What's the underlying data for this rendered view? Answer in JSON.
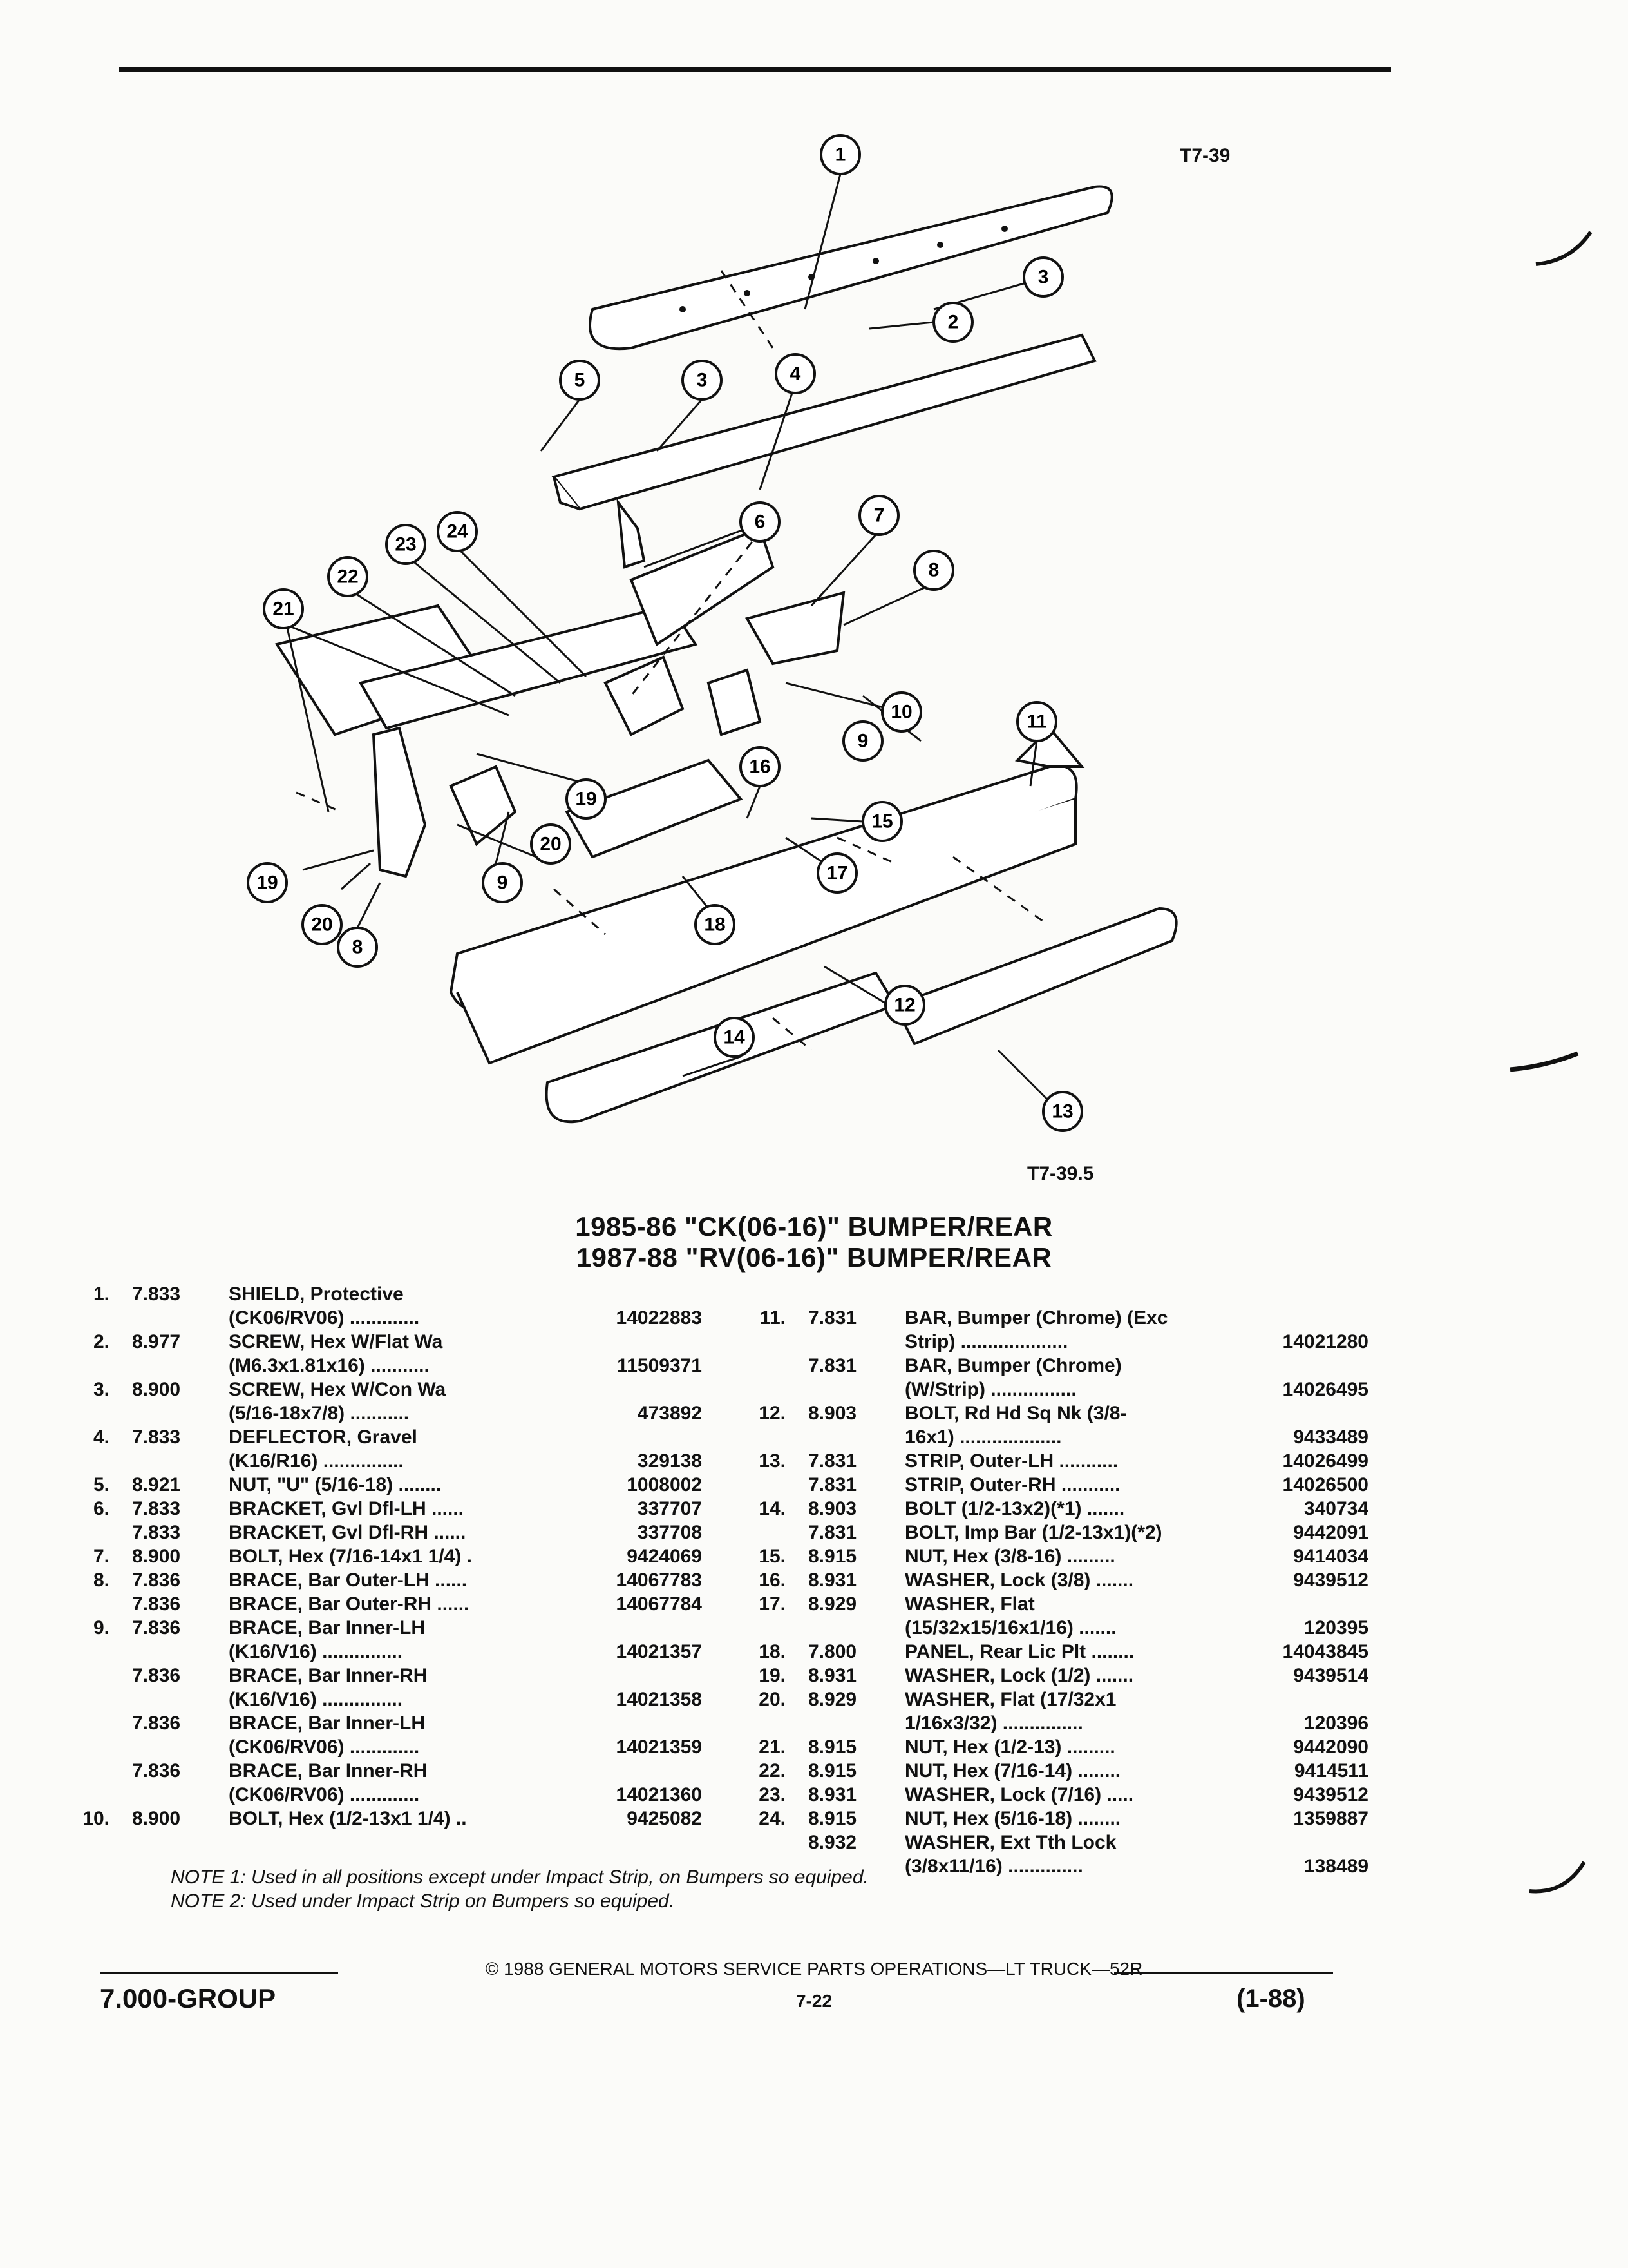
{
  "figure": {
    "top_code": "T7-39",
    "bottom_code": "T7-39.5"
  },
  "callouts": [
    "1",
    "2",
    "3",
    "3",
    "4",
    "5",
    "6",
    "7",
    "8",
    "8",
    "9",
    "9",
    "10",
    "11",
    "12",
    "13",
    "14",
    "15",
    "16",
    "17",
    "18",
    "19",
    "19",
    "20",
    "20",
    "21",
    "22",
    "23",
    "24"
  ],
  "titles": {
    "line1": "1985-86 \"CK(06-16)\" BUMPER/REAR",
    "line2": "1987-88 \"RV(06-16)\" BUMPER/REAR"
  },
  "parts_left": [
    {
      "num": "1.",
      "grp": "7.833",
      "desc": "SHIELD, Protective",
      "pn": ""
    },
    {
      "num": "",
      "grp": "",
      "desc": "(CK06/RV06) .............",
      "pn": "14022883"
    },
    {
      "num": "2.",
      "grp": "8.977",
      "desc": "SCREW, Hex W/Flat Wa",
      "pn": ""
    },
    {
      "num": "",
      "grp": "",
      "desc": "(M6.3x1.81x16) ...........",
      "pn": "11509371"
    },
    {
      "num": "3.",
      "grp": "8.900",
      "desc": "SCREW, Hex W/Con Wa",
      "pn": ""
    },
    {
      "num": "",
      "grp": "",
      "desc": "(5/16-18x7/8) ...........",
      "pn": "473892"
    },
    {
      "num": "4.",
      "grp": "7.833",
      "desc": "DEFLECTOR, Gravel",
      "pn": ""
    },
    {
      "num": "",
      "grp": "",
      "desc": "(K16/R16) ...............",
      "pn": "329138"
    },
    {
      "num": "5.",
      "grp": "8.921",
      "desc": "NUT, \"U\" (5/16-18) ........",
      "pn": "1008002"
    },
    {
      "num": "6.",
      "grp": "7.833",
      "desc": "BRACKET, Gvl Dfl-LH ......",
      "pn": "337707"
    },
    {
      "num": "",
      "grp": "7.833",
      "desc": "BRACKET, Gvl Dfl-RH ......",
      "pn": "337708"
    },
    {
      "num": "7.",
      "grp": "8.900",
      "desc": "BOLT, Hex (7/16-14x1 1/4) .",
      "pn": "9424069"
    },
    {
      "num": "8.",
      "grp": "7.836",
      "desc": "BRACE, Bar Outer-LH ......",
      "pn": "14067783"
    },
    {
      "num": "",
      "grp": "7.836",
      "desc": "BRACE, Bar Outer-RH ......",
      "pn": "14067784"
    },
    {
      "num": "9.",
      "grp": "7.836",
      "desc": "BRACE, Bar Inner-LH",
      "pn": ""
    },
    {
      "num": "",
      "grp": "",
      "desc": "(K16/V16) ...............",
      "pn": "14021357"
    },
    {
      "num": "",
      "grp": "7.836",
      "desc": "BRACE, Bar Inner-RH",
      "pn": ""
    },
    {
      "num": "",
      "grp": "",
      "desc": "(K16/V16) ...............",
      "pn": "14021358"
    },
    {
      "num": "",
      "grp": "7.836",
      "desc": "BRACE, Bar Inner-LH",
      "pn": ""
    },
    {
      "num": "",
      "grp": "",
      "desc": "(CK06/RV06) .............",
      "pn": "14021359"
    },
    {
      "num": "",
      "grp": "7.836",
      "desc": "BRACE, Bar Inner-RH",
      "pn": ""
    },
    {
      "num": "",
      "grp": "",
      "desc": "(CK06/RV06) .............",
      "pn": "14021360"
    },
    {
      "num": "10.",
      "grp": "8.900",
      "desc": "BOLT, Hex (1/2-13x1 1/4) ..",
      "pn": "9425082"
    }
  ],
  "parts_right": [
    {
      "num": "",
      "grp": "",
      "desc": "",
      "pn": ""
    },
    {
      "num": "11.",
      "grp": "7.831",
      "desc": "BAR, Bumper (Chrome) (Exc",
      "pn": ""
    },
    {
      "num": "",
      "grp": "",
      "desc": "Strip) ....................",
      "pn": "14021280"
    },
    {
      "num": "",
      "grp": "7.831",
      "desc": "BAR, Bumper (Chrome)",
      "pn": ""
    },
    {
      "num": "",
      "grp": "",
      "desc": "(W/Strip) ................",
      "pn": "14026495"
    },
    {
      "num": "12.",
      "grp": "8.903",
      "desc": "BOLT, Rd Hd Sq Nk (3/8-",
      "pn": ""
    },
    {
      "num": "",
      "grp": "",
      "desc": "16x1) ...................",
      "pn": "9433489"
    },
    {
      "num": "13.",
      "grp": "7.831",
      "desc": "STRIP, Outer-LH ...........",
      "pn": "14026499"
    },
    {
      "num": "",
      "grp": "7.831",
      "desc": "STRIP, Outer-RH ...........",
      "pn": "14026500"
    },
    {
      "num": "14.",
      "grp": "8.903",
      "desc": "BOLT (1/2-13x2)(*1) .......",
      "pn": "340734"
    },
    {
      "num": "",
      "grp": "7.831",
      "desc": "BOLT, Imp Bar (1/2-13x1)(*2)",
      "pn": "9442091"
    },
    {
      "num": "15.",
      "grp": "8.915",
      "desc": "NUT, Hex (3/8-16) .........",
      "pn": "9414034"
    },
    {
      "num": "16.",
      "grp": "8.931",
      "desc": "WASHER, Lock (3/8) .......",
      "pn": "9439512"
    },
    {
      "num": "17.",
      "grp": "8.929",
      "desc": "WASHER, Flat",
      "pn": ""
    },
    {
      "num": "",
      "grp": "",
      "desc": "(15/32x15/16x1/16) .......",
      "pn": "120395"
    },
    {
      "num": "18.",
      "grp": "7.800",
      "desc": "PANEL, Rear Lic Plt ........",
      "pn": "14043845"
    },
    {
      "num": "19.",
      "grp": "8.931",
      "desc": "WASHER, Lock (1/2) .......",
      "pn": "9439514"
    },
    {
      "num": "20.",
      "grp": "8.929",
      "desc": "WASHER, Flat (17/32x1",
      "pn": ""
    },
    {
      "num": "",
      "grp": "",
      "desc": "1/16x3/32) ...............",
      "pn": "120396"
    },
    {
      "num": "21.",
      "grp": "8.915",
      "desc": "NUT, Hex (1/2-13) .........",
      "pn": "9442090"
    },
    {
      "num": "22.",
      "grp": "8.915",
      "desc": "NUT, Hex (7/16-14) ........",
      "pn": "9414511"
    },
    {
      "num": "23.",
      "grp": "8.931",
      "desc": "WASHER, Lock (7/16) .....",
      "pn": "9439512"
    },
    {
      "num": "24.",
      "grp": "8.915",
      "desc": "NUT, Hex (5/16-18) ........",
      "pn": "1359887"
    },
    {
      "num": "",
      "grp": "8.932",
      "desc": "WASHER, Ext Tth Lock",
      "pn": ""
    },
    {
      "num": "",
      "grp": "",
      "desc": "(3/8x11/16) ..............",
      "pn": "138489"
    }
  ],
  "notes": {
    "note1": "NOTE 1: Used in all positions except under Impact Strip, on Bumpers so equiped.",
    "note2": "NOTE 2: Used under Impact Strip on Bumpers so equiped."
  },
  "footer": {
    "copyright": "© 1988 GENERAL MOTORS SERVICE PARTS OPERATIONS—LT TRUCK—52R",
    "group": "7.000-GROUP",
    "page": "7-22",
    "date": "(1-88)"
  }
}
